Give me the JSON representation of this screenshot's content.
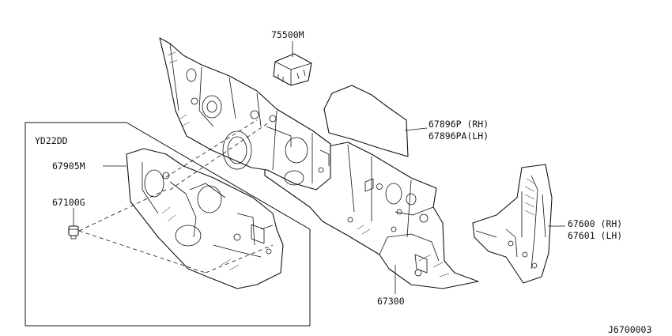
{
  "diagram": {
    "code": "J6700003",
    "inset": {
      "label": "YD22DD"
    },
    "callouts": {
      "p75500m": "75500M",
      "p67896p": "67896P (RH)",
      "p67896pa": "67896PA(LH)",
      "p67905m": "67905M",
      "p67100g": "67100G",
      "p67600": "67600 (RH)",
      "p67601": "67601 (LH)",
      "p67300": "67300"
    }
  }
}
